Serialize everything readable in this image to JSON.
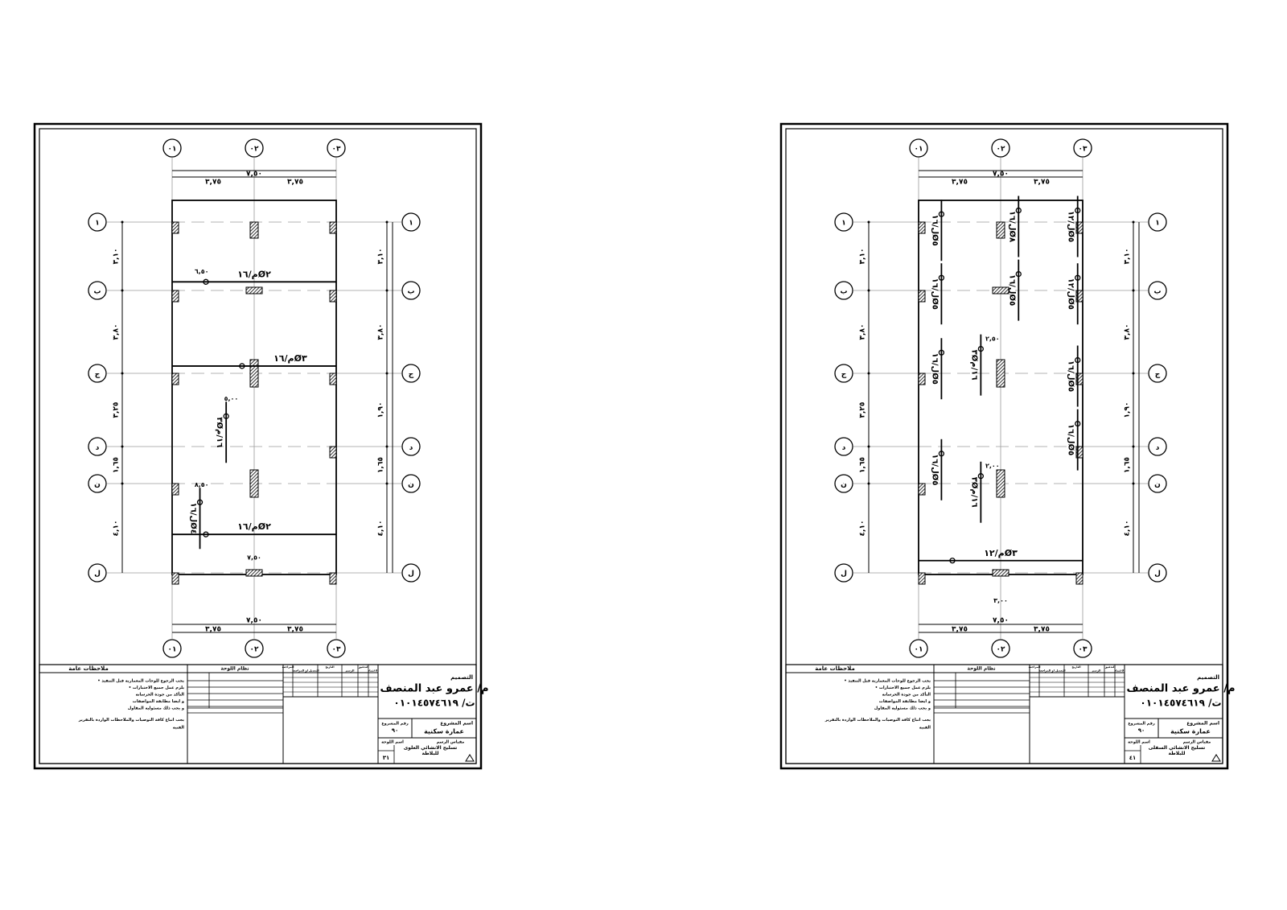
{
  "sheets": [
    {
      "id": "top-reinforcement",
      "columns": [
        "٠١",
        "٠٢",
        "٠٣"
      ],
      "rows": [
        "١",
        "ب",
        "ج",
        "د",
        "ن",
        "ل"
      ],
      "top_dims": {
        "total": "٧,٥٠",
        "parts": [
          "٣,٧٥",
          "٣,٧٥"
        ]
      },
      "bottom_dims": {
        "total": "٧,٥٠",
        "parts": [
          "٣,٧٥",
          "٣,٧٥"
        ]
      },
      "left_dims": [
        "٣,١٠",
        "٣,٨٠",
        "٣,٢٥",
        "١,٦٥",
        "٤,١٠"
      ],
      "right_dims": [
        "٣,١٠",
        "٣,٨٠",
        "١,٩٠",
        "١,٦٥",
        "٤,١٠"
      ],
      "annotations": [
        {
          "text": "م/١٦Ø٢",
          "kind": "bar-h",
          "a": 0.5,
          "b": 0.205
        },
        {
          "text": "م/١٦Ø٣",
          "kind": "bar-h",
          "a": 0.72,
          "b": 0.43
        },
        {
          "text": "م/١٦Ø٢",
          "kind": "bar-h",
          "a": 0.5,
          "b": 0.88
        },
        {
          "text": "٣Ø١٦/م",
          "kind": "bar-v",
          "a": 0.29,
          "b": 0.62
        },
        {
          "text": "ل/١٦Ø٤",
          "kind": "bar-v",
          "a": 0.13,
          "b": 0.85
        },
        {
          "text": "٦,٥٠",
          "kind": "dim",
          "a": 0.18,
          "b": 0.19
        },
        {
          "text": "٥,٠٠",
          "kind": "dim",
          "a": 0.36,
          "b": 0.53
        },
        {
          "text": "٨,٥٠",
          "kind": "dim",
          "a": 0.18,
          "b": 0.76
        },
        {
          "text": "٧,٥٠",
          "kind": "dim",
          "a": 0.5,
          "b": 0.955
        }
      ]
    },
    {
      "id": "bottom-reinforcement",
      "columns": [
        "٠١",
        "٠٢",
        "٠٣"
      ],
      "rows": [
        "١",
        "ب",
        "ج",
        "د",
        "ن",
        "ل"
      ],
      "top_dims": {
        "total": "٧,٥٠",
        "parts": [
          "٣,٧٥",
          "٣,٧٥"
        ]
      },
      "bottom_dims": {
        "total": "٧,٥٠",
        "parts": [
          "٣,٧٥",
          "٣,٧٥"
        ]
      },
      "left_dims": [
        "٣,١٠",
        "٣,٨٠",
        "٣,٢٥",
        "١,٦٥",
        "٤,١٠"
      ],
      "right_dims": [
        "٣,١٠",
        "٣,٨٠",
        "١,٩٠",
        "١,٦٥",
        "٤,١٠"
      ],
      "annotations": [
        {
          "text": "ل/١٦Ø٥",
          "kind": "bar-v",
          "a": 0.1,
          "b": 0.08
        },
        {
          "text": "ل/١٦Ø٥",
          "kind": "bar-v",
          "a": 0.1,
          "b": 0.25
        },
        {
          "text": "ل/١٦Ø٥",
          "kind": "bar-v",
          "a": 0.1,
          "b": 0.45
        },
        {
          "text": "ل/١٦Ø٥",
          "kind": "bar-v",
          "a": 0.1,
          "b": 0.72
        },
        {
          "text": "ل/١٦Ø٨",
          "kind": "bar-v",
          "a": 0.57,
          "b": 0.07
        },
        {
          "text": "ل/١٦Ø٥",
          "kind": "bar-v",
          "a": 0.57,
          "b": 0.24
        },
        {
          "text": "ل/١٢Ø٥",
          "kind": "bar-v",
          "a": 0.93,
          "b": 0.07
        },
        {
          "text": "ل/١٢Ø٥",
          "kind": "bar-v",
          "a": 0.93,
          "b": 0.25
        },
        {
          "text": "ل/١٦Ø٥",
          "kind": "bar-v",
          "a": 0.93,
          "b": 0.47
        },
        {
          "text": "ل/١٦Ø٥",
          "kind": "bar-v",
          "a": 0.93,
          "b": 0.64
        },
        {
          "text": "٣Ø١٦/م",
          "kind": "bar-v",
          "a": 0.34,
          "b": 0.44
        },
        {
          "text": "٣Ø١٦/م",
          "kind": "bar-v",
          "a": 0.34,
          "b": 0.78
        },
        {
          "text": "م/١٢Ø٣",
          "kind": "bar-h",
          "a": 0.5,
          "b": 0.95
        },
        {
          "text": "٢,٥٠",
          "kind": "dim",
          "a": 0.45,
          "b": 0.37
        },
        {
          "text": "٢,٠٠",
          "kind": "dim",
          "a": 0.45,
          "b": 0.71
        },
        {
          "text": "٣,٠٠",
          "kind": "dim",
          "a": 0.5,
          "b": 1.07
        }
      ]
    }
  ],
  "title_block": {
    "notes_header": "ملاحظات عامة",
    "notes": [
      "• يجب الرجوع للوحات المعمارية قبل التنفيذ",
      "• يلزم عمل جميع الاختبارات",
      "التأكد من جودة الخرسانة",
      "و ايضا مطابقة المواصفات",
      "و يجب ذلك مسئولية المقاول",
      "يجب اتباع كافة التوصيات والملاحظات الواردة بالتقرير"
    ],
    "notes_last": "الفنية",
    "rev_header": "نظام اللوحة",
    "rev_cols": [
      "المراجعة",
      "التعديل او المراجعة",
      "التاريخ",
      "الرسم",
      "التدقيق",
      "الاعتماد"
    ],
    "designer_label": "التصميم",
    "designer_name": "م/ عمرو عبد المنصف",
    "phone": "ت/  ٠١٠١٤٥٧٤٦١٩",
    "project_label": "اسم المشروع",
    "project_name": "عمارة سكنية",
    "project_no_label": "رقم المشروع",
    "project_no": "٩٠",
    "sheet_label": "اسم اللوحة",
    "sheet_names": [
      "تسليح الانشائي العلوى للبلاطة",
      "تسليح الانشائي السفلى للبلاطة"
    ],
    "sheet_numbers": [
      "٣١",
      "٤١"
    ],
    "scale_label": "مقياس الرسم"
  },
  "colors": {
    "ink": "#000000",
    "grid": "#9a9a9a",
    "paper": "#ffffff"
  }
}
